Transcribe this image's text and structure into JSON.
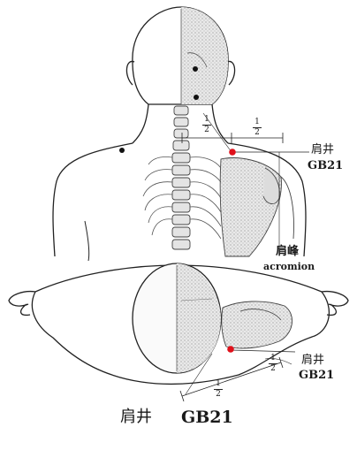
{
  "top_view": {
    "point_name_cn": "肩井",
    "point_code": "GB21",
    "landmark_cn": "肩峰",
    "landmark_en": "acromion",
    "fraction_left": {
      "numerator": "1",
      "denominator": "2"
    },
    "fraction_right": {
      "numerator": "1",
      "denominator": "2"
    }
  },
  "bottom_view": {
    "point_name_cn": "肩井",
    "point_code": "GB21",
    "fraction_right": {
      "numerator": "1",
      "denominator": "2"
    },
    "fraction_bottom": {
      "numerator": "1",
      "denominator": "2"
    }
  },
  "caption": {
    "name_cn": "肩井",
    "code": "GB21"
  },
  "colors": {
    "acupoint": "#e0101a",
    "outline": "#222222",
    "bone_fill": "#cfcfcf"
  }
}
